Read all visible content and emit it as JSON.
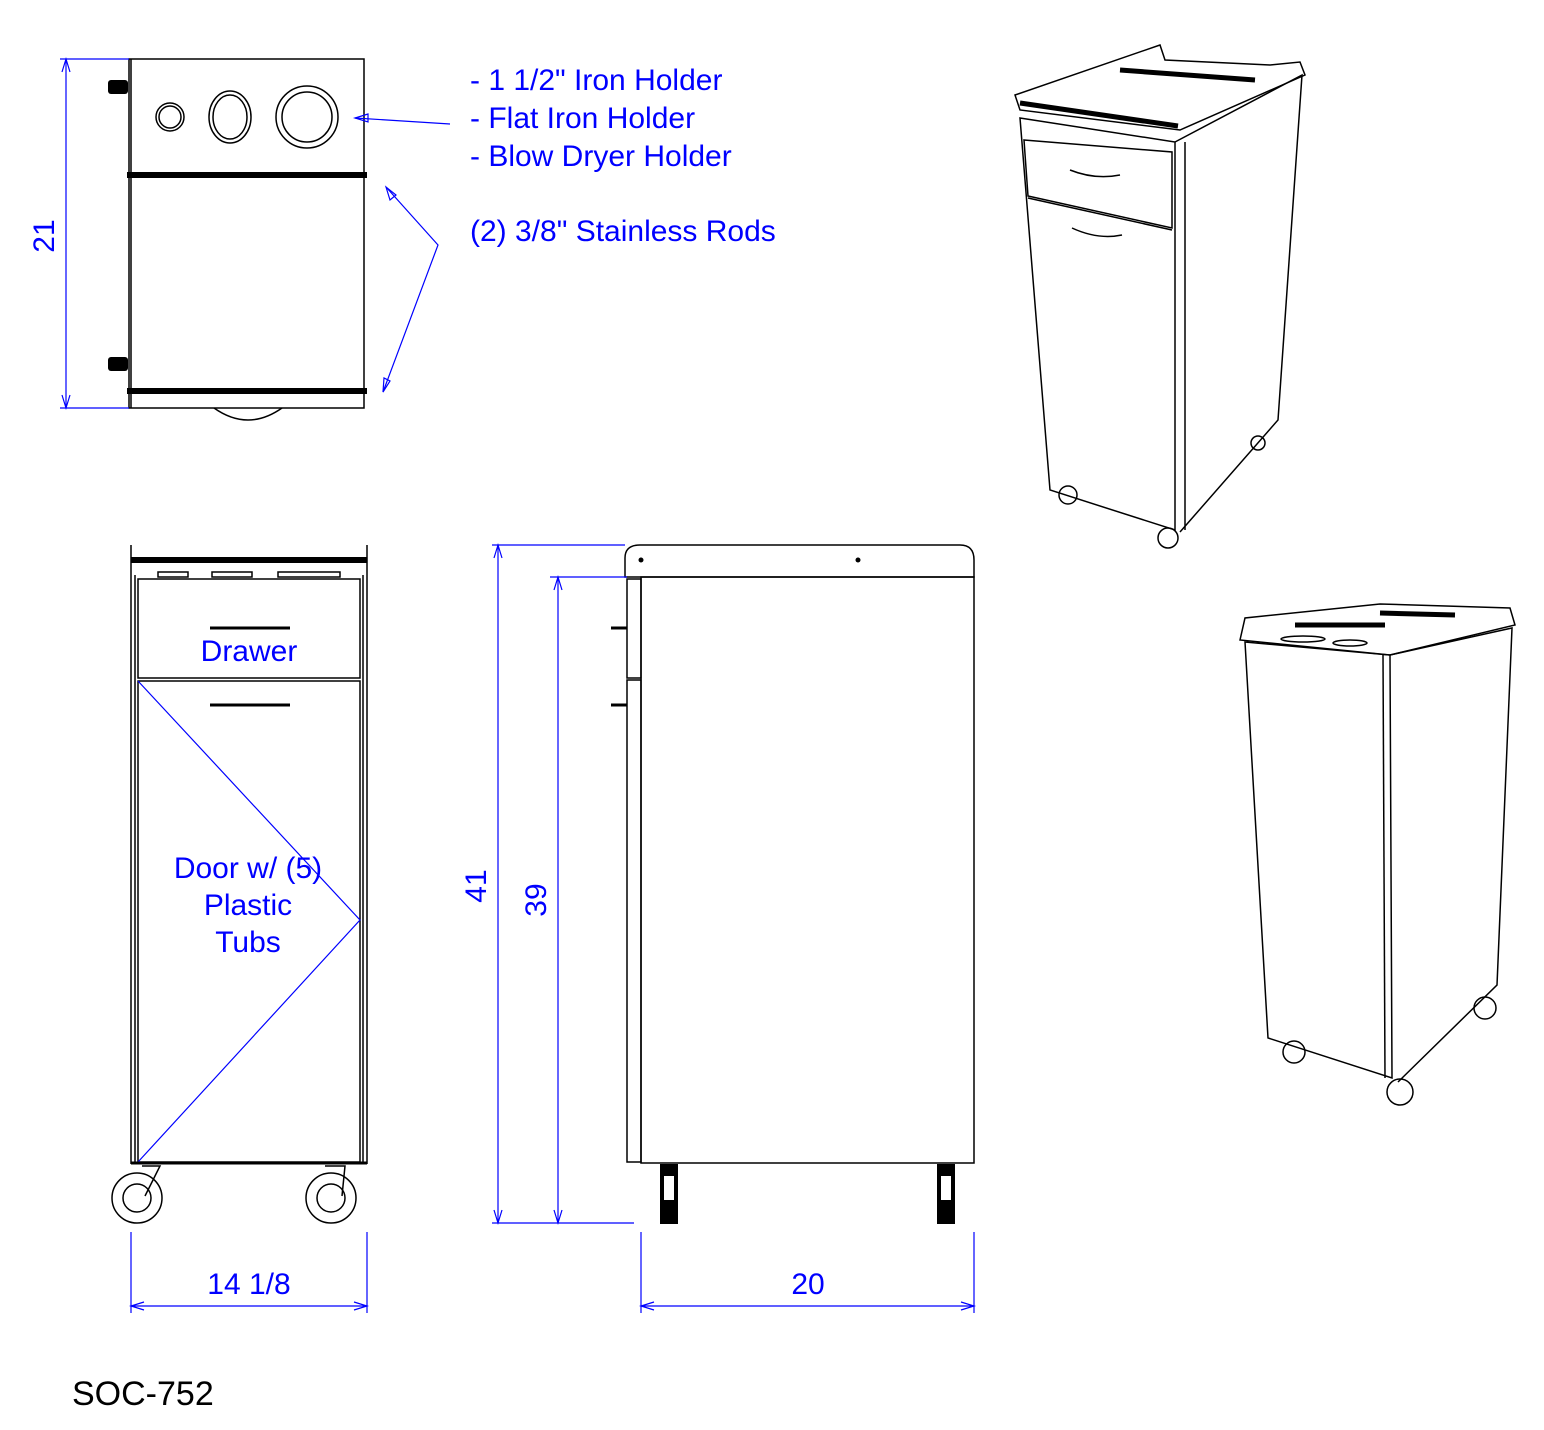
{
  "callouts": {
    "iron_holder": "- 1 1/2\" Iron Holder",
    "flat_iron_holder": "- Flat Iron Holder",
    "blow_dryer_holder": "- Blow Dryer Holder",
    "rods": "(2) 3/8\" Stainless Rods"
  },
  "front_view": {
    "drawer_label": "Drawer",
    "door_label_line1": "Door w/ (5)",
    "door_label_line2": "Plastic",
    "door_label_line3": "Tubs"
  },
  "dimensions": {
    "depth_top": "21",
    "width_front": "14 1/8",
    "height_overall": "41",
    "height_body": "39",
    "depth_side": "20"
  },
  "model_number": "SOC-752",
  "colors": {
    "dimension": "#0000ff",
    "line": "#000000"
  }
}
